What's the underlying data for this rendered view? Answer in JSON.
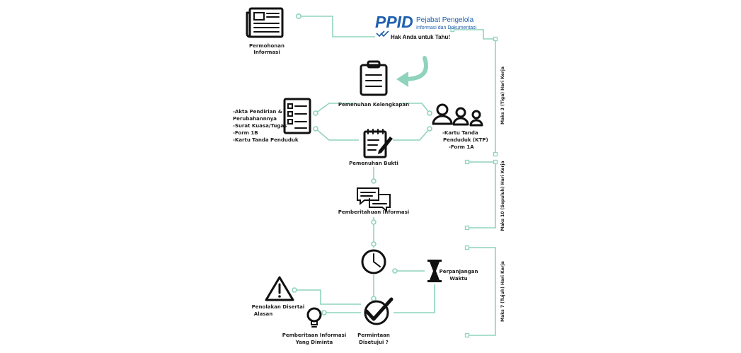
{
  "header": {
    "brand_logo": "PPID",
    "brand_line1": "Pejabat Pengelola",
    "brand_line2": "Informasi dan Dokumentasi",
    "tagline": "Hak Anda untuk Tahu!"
  },
  "steps": {
    "permohonan": [
      "Permohonan",
      "Informasi"
    ],
    "kelengkapan": "Pemenuhan Kelengkapan",
    "bukti": "Pemenuhan Bukti",
    "pemberitahuan": "Pemberitahuan Informasi",
    "perpanjangan": [
      "Perpanjangan",
      "Waktu"
    ],
    "penolakan": [
      "Penolakan Disertai",
      "Alasan"
    ],
    "pemberitaan": [
      "Pemberitaan Informasi",
      "Yang Diminta"
    ],
    "permintaan": [
      "Permintaan",
      "Disetujui ?"
    ]
  },
  "documents": {
    "left": [
      "-Akta Pendirian &",
      "Perubahannnya",
      "-Surat Kuasa/Tugas",
      "-Form 1B",
      "-Kartu Tanda Penduduk"
    ],
    "right": [
      "-Kartu Tanda",
      "Penduduk (KTP)",
      "-Form 1A"
    ]
  },
  "timeline": {
    "phase1": "Maks 3 (Tiga) Hari Kerja",
    "phase2": "Maks 10 (Sepuluh) Hari Kerja",
    "phase3": "Maks 7 (Tujuh) Hari Kerja"
  },
  "colors": {
    "connector": "#8fd3bd",
    "brand_blue": "#1f5fae",
    "icon": "#111111"
  }
}
